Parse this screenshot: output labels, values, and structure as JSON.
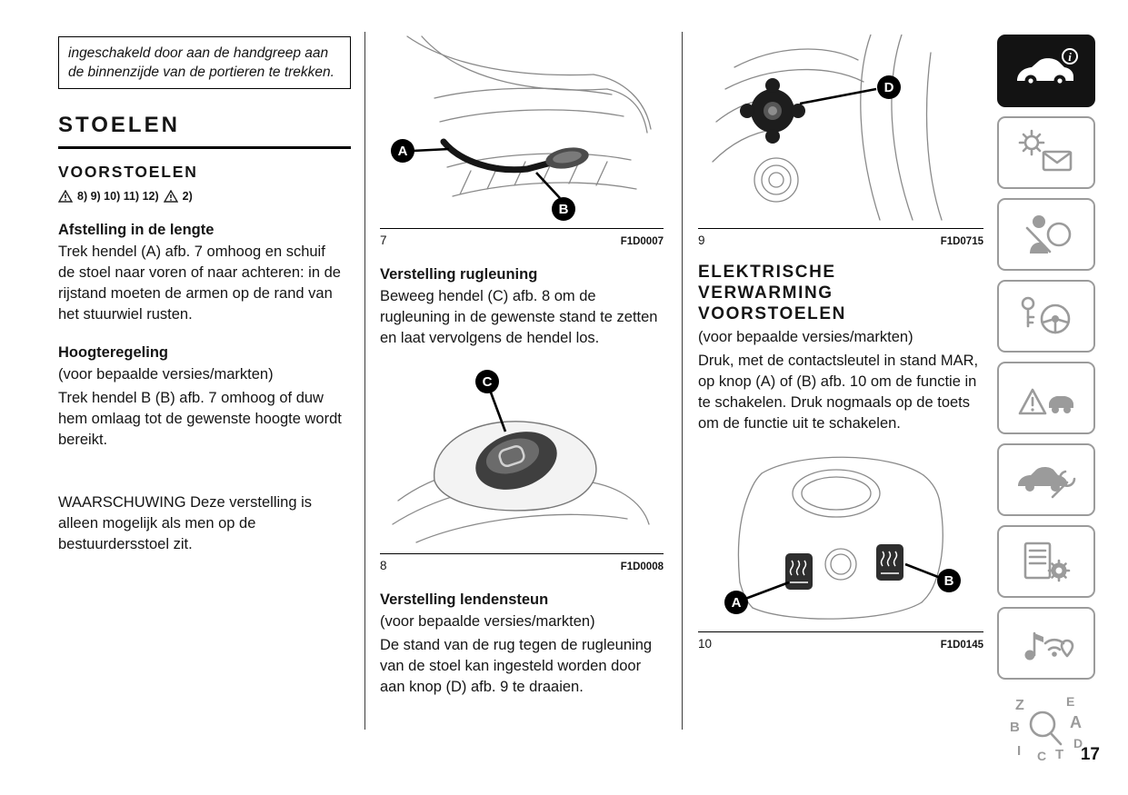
{
  "page": {
    "number": "17"
  },
  "left": {
    "intro": "ingeschakeld door aan de handgreep aan de binnenzijde van de portieren te trekken.",
    "title": "STOELEN",
    "subtitle": "VOORSTOELEN",
    "warnings": {
      "group1": "8) 9) 10) 11) 12)",
      "group2": "2)"
    },
    "length": {
      "heading": "Afstelling in de lengte",
      "body": "Trek hendel (A) afb. 7 omhoog en schuif de stoel naar voren of naar achteren: in de rijstand moeten de armen op de rand van het stuurwiel rusten."
    },
    "height": {
      "heading": "Hoogteregeling",
      "note": "(voor bepaalde versies/markten)",
      "body": "Trek hendel B (B) afb. 7 omhoog of duw hem omlaag tot de gewenste hoogte wordt bereikt.",
      "warning": "WAARSCHUWING Deze verstelling is alleen mogelijk als men op de bestuurdersstoel zit."
    }
  },
  "middle": {
    "fig7": {
      "number": "7",
      "code": "F1D0007",
      "labels": [
        "A",
        "B"
      ]
    },
    "backrest": {
      "heading": "Verstelling rugleuning",
      "body": "Beweeg hendel (C) afb. 8 om de rugleuning in de gewenste stand te zetten en laat vervolgens de hendel los."
    },
    "fig8": {
      "number": "8",
      "code": "F1D0008",
      "labels": [
        "C"
      ]
    },
    "lumbar": {
      "heading": "Verstelling lendensteun",
      "note": "(voor bepaalde versies/markten)",
      "body": "De stand van de rug tegen de rugleuning van de stoel kan ingesteld worden door aan knop (D) afb. 9 te draaien."
    }
  },
  "right": {
    "fig9": {
      "number": "9",
      "code": "F1D0715",
      "labels": [
        "D"
      ]
    },
    "heating": {
      "heading": "ELEKTRISCHE VERWARMING VOORSTOELEN",
      "note": "(voor bepaalde versies/markten)",
      "body": "Druk, met de contactsleutel in stand MAR, op knop (A) of (B) afb. 10 om de functie in te schakelen. Druk nogmaals op de toets om de functie uit te schakelen."
    },
    "fig10": {
      "number": "10",
      "code": "F1D0145",
      "labels": [
        "A",
        "B"
      ]
    }
  },
  "sidebar": {
    "items": [
      {
        "name": "vehicle-info",
        "icon": "car-info-icon",
        "active": true
      },
      {
        "name": "warning-lights-messages",
        "icon": "sun-envelope-icon"
      },
      {
        "name": "safety",
        "icon": "airbag-person-icon"
      },
      {
        "name": "starting-driving",
        "icon": "key-steering-wheel-icon"
      },
      {
        "name": "emergency",
        "icon": "warning-triangle-car-icon"
      },
      {
        "name": "service-maintenance",
        "icon": "car-wrench-icon"
      },
      {
        "name": "technical-data",
        "icon": "list-gear-icon"
      },
      {
        "name": "multimedia",
        "icon": "audio-navigation-icon"
      },
      {
        "name": "alphabetical-index",
        "icon": "letters-magnifier-icon",
        "letters": [
          "Z",
          "E",
          "B",
          "A",
          "I",
          "C",
          "T",
          "D"
        ]
      }
    ]
  }
}
